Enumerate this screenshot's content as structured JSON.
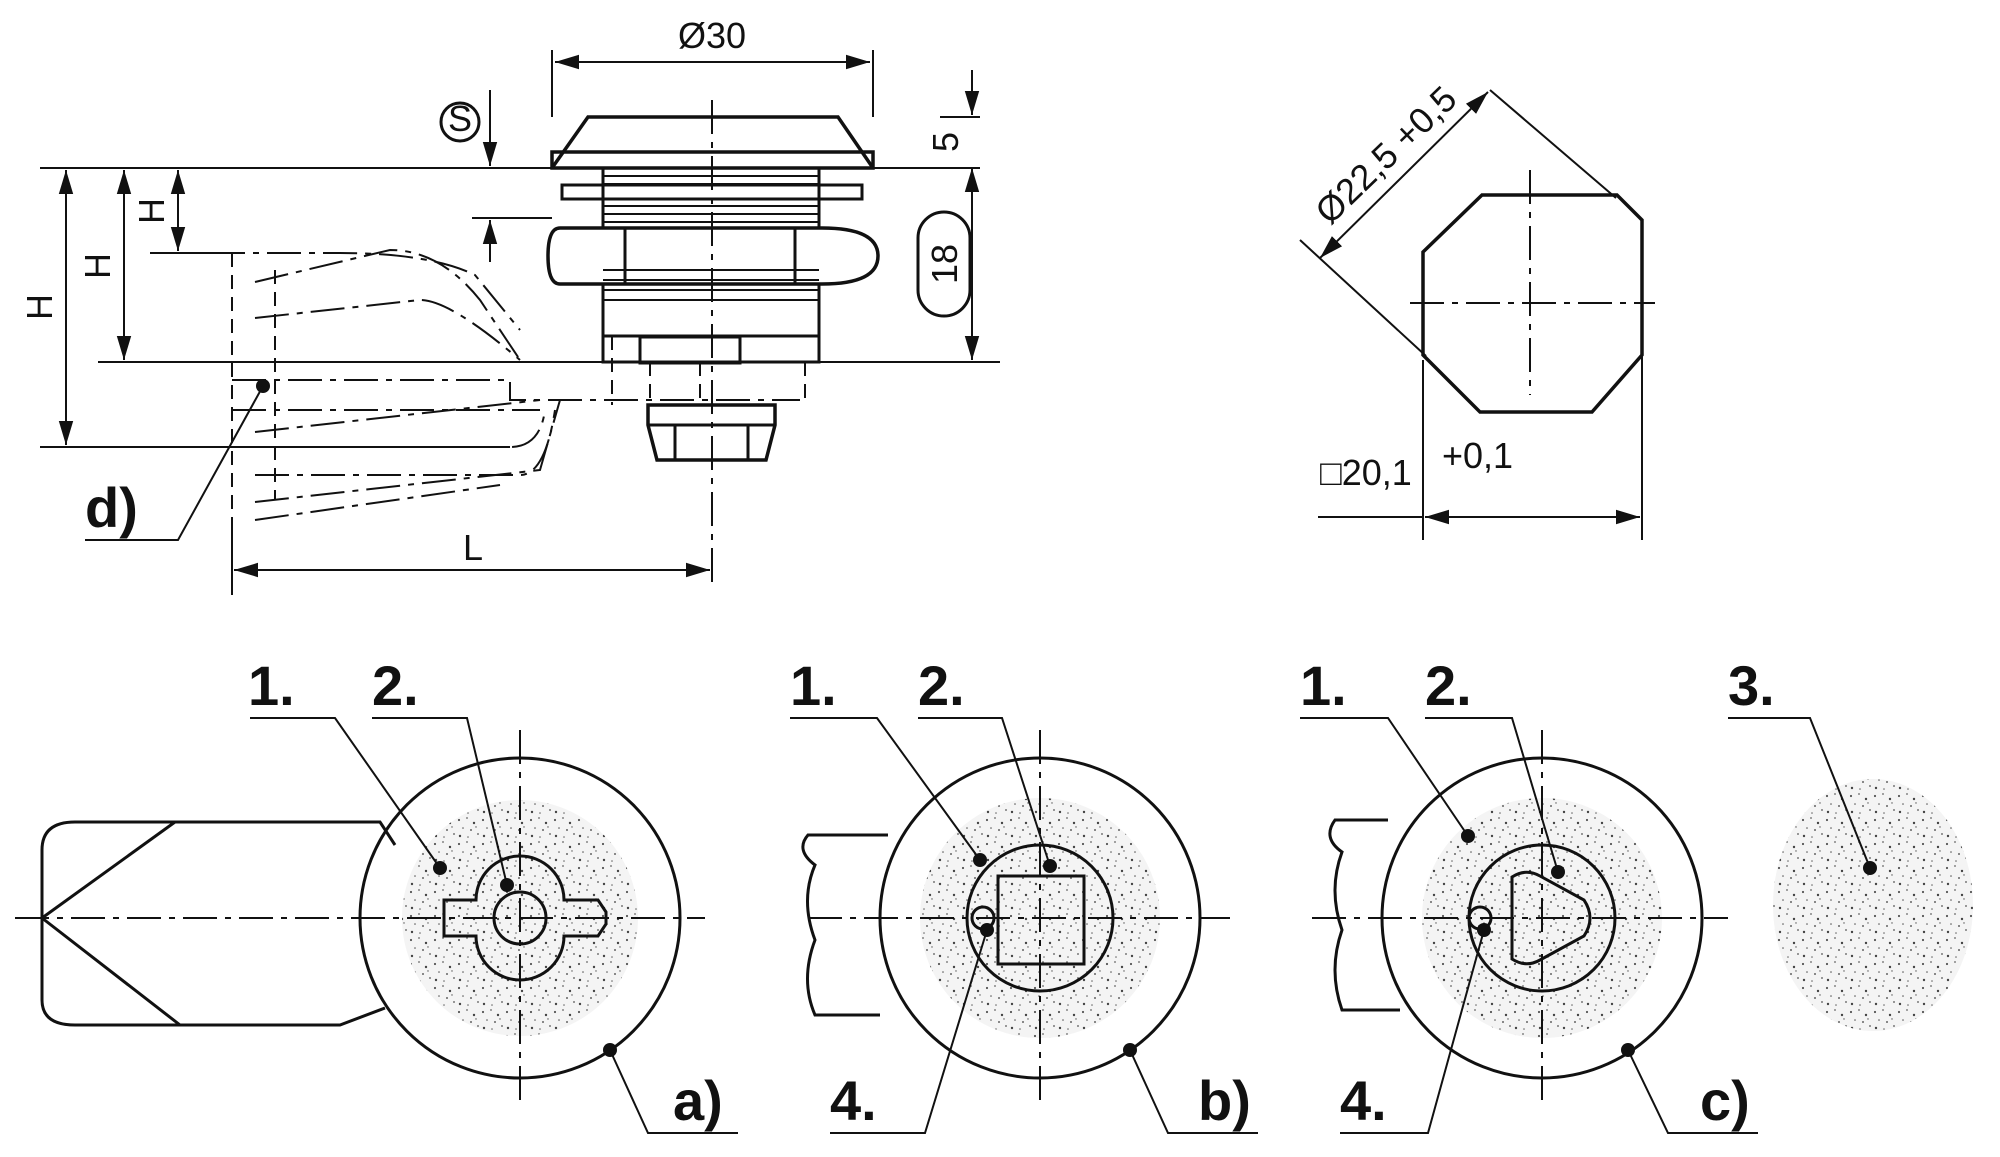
{
  "dimensions": {
    "diameter_30": "Ø30",
    "height_5": "5",
    "height_18": "18",
    "h1": "H",
    "h2": "H",
    "h3": "H",
    "s_symbol": "S",
    "length": "L",
    "diameter_22": "Ø22,5 +0,5",
    "square_20": "□20,1",
    "square_tol": "+0,1"
  },
  "labels": {
    "d": "d)",
    "a_1": "1.",
    "a_2": "2.",
    "a_a": "a)",
    "b_1": "1.",
    "b_2": "2.",
    "b_4": "4.",
    "b_b": "b)",
    "c_1": "1.",
    "c_2": "2.",
    "c_4": "4.",
    "c_c": "c)",
    "legend_3": "3."
  },
  "colors": {
    "ink": "#111111",
    "background": "#ffffff",
    "speckle": "#555555"
  }
}
